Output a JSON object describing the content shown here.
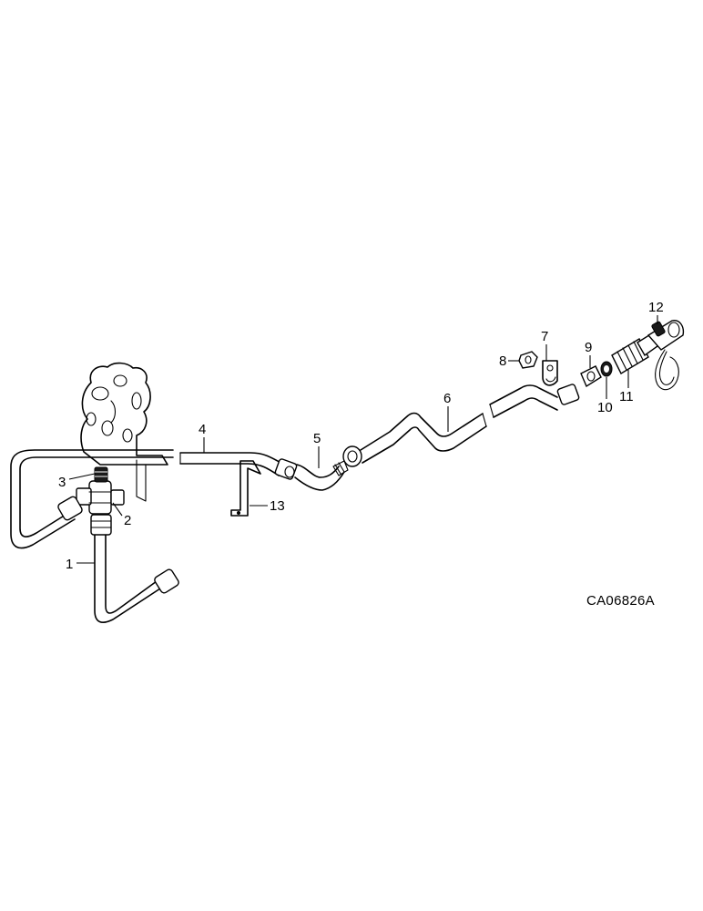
{
  "diagram": {
    "reference_code": "CA06826A",
    "callouts": [
      "1",
      "2",
      "3",
      "4",
      "5",
      "6",
      "7",
      "8",
      "9",
      "10",
      "11",
      "12",
      "13"
    ]
  }
}
